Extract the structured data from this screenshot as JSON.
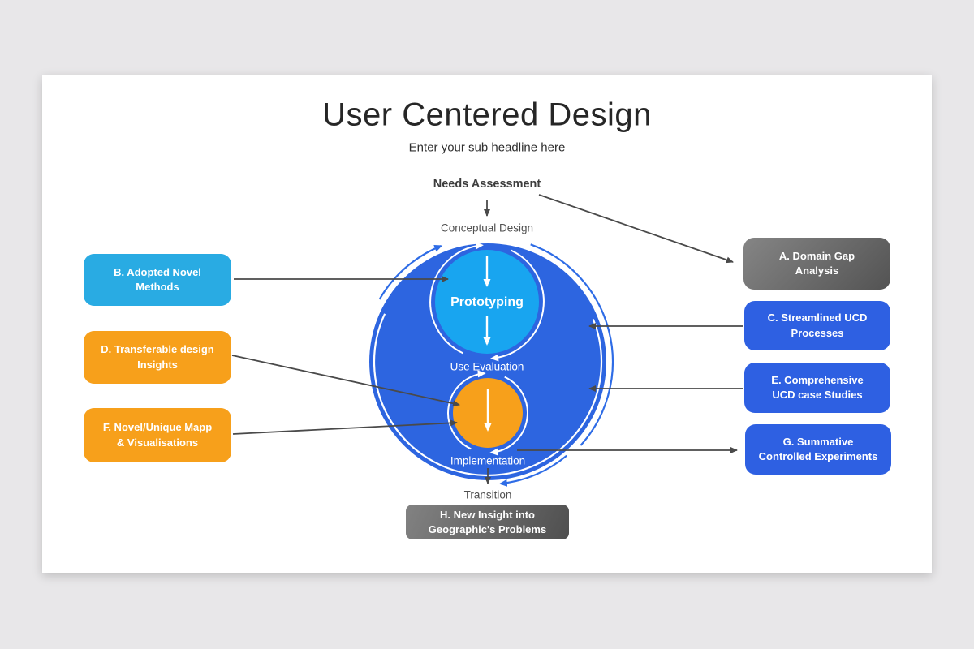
{
  "slide": {
    "title": "User Centered Design",
    "subtitle": "Enter your sub headline here"
  },
  "diagram": {
    "labels": {
      "needs_assessment": "Needs Assessment",
      "conceptual_design": "Conceptual Design",
      "prototyping": "Prototyping",
      "use_evaluation": "Use Evaluation",
      "implementation": "Implementation",
      "transition": "Transition"
    },
    "boxes": {
      "a": {
        "line1": "A. Domain Gap",
        "line2": "Analysis"
      },
      "b": {
        "line1": "B. Adopted Novel",
        "line2": "Methods"
      },
      "c": {
        "line1": "C. Streamlined UCD",
        "line2": "Processes"
      },
      "d": {
        "line1": "D. Transferable design",
        "line2": "Insights"
      },
      "e": {
        "line1": "E. Comprehensive",
        "line2": "UCD case Studies"
      },
      "f": {
        "line1": "F. Novel/Unique Mapp",
        "line2": "& Visualisations"
      },
      "g": {
        "line1": "G. Summative",
        "line2": "Controlled Experiments"
      },
      "h": {
        "line1": "H. New Insight into",
        "line2": "Geographic's Problems"
      }
    },
    "colors": {
      "background": "#e8e7e9",
      "cycle_circle_blue": "#2d65e0",
      "inner_circle_blue": "#18a5f0",
      "orange": "#f7a01b",
      "light_blue_box": "#29abe3",
      "blue_box": "#2e60e2",
      "gray_box_start": "#828282",
      "gray_box_end": "#4f4f4f",
      "connector_arrow": "#4a4a4a",
      "exterior_arc_blue": "#2e6ce6"
    }
  }
}
